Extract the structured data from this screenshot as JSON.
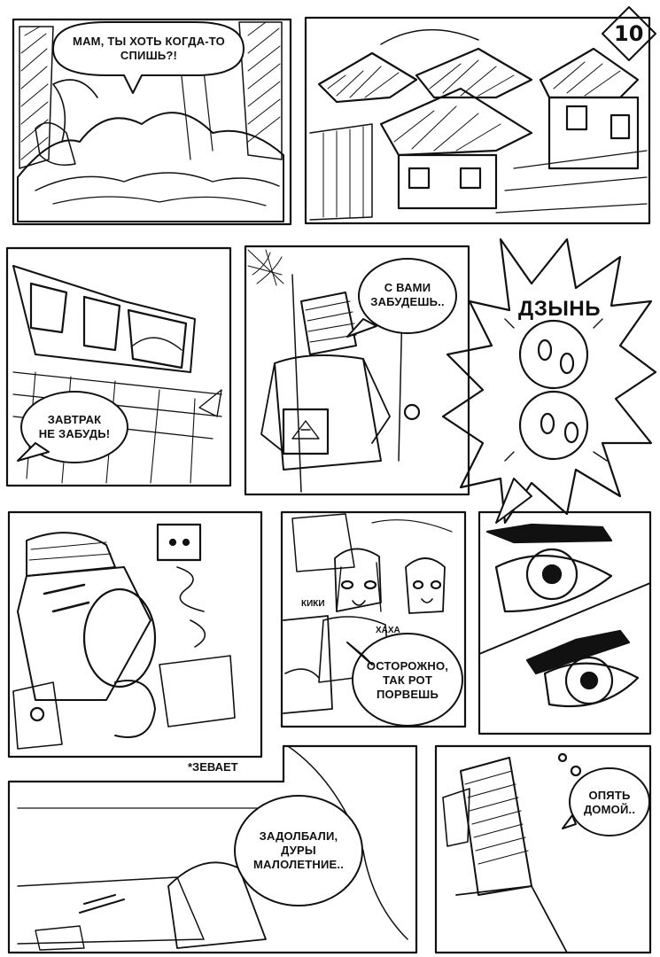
{
  "page": {
    "number": "10"
  },
  "dialogue": {
    "p1_mom": "МАМ, ТЫ ХОТЬ КОГДА-ТО\nСПИШЬ?!",
    "p3_breakfast": "ЗАВТРАК\nНЕ ЗАБУДЬ!",
    "p4_forget": "С ВАМИ\nЗАБУДЕШЬ..",
    "p7_careful": "ОСТОРОЖНО,\nТАК РОТ\nПОРВЕШЬ",
    "p9_fedup": "ЗАДОЛБАЛИ,\nДУРЫ\nМАЛОЛЕТНИЕ..",
    "p10_home": "ОПЯТЬ\nДОМОЙ.."
  },
  "sfx": {
    "ring": "ДЗЫНЬ",
    "yawn": "*ЗЕВАЕТ",
    "giggle1": "КИКИ",
    "giggle2": "ХАХА"
  }
}
